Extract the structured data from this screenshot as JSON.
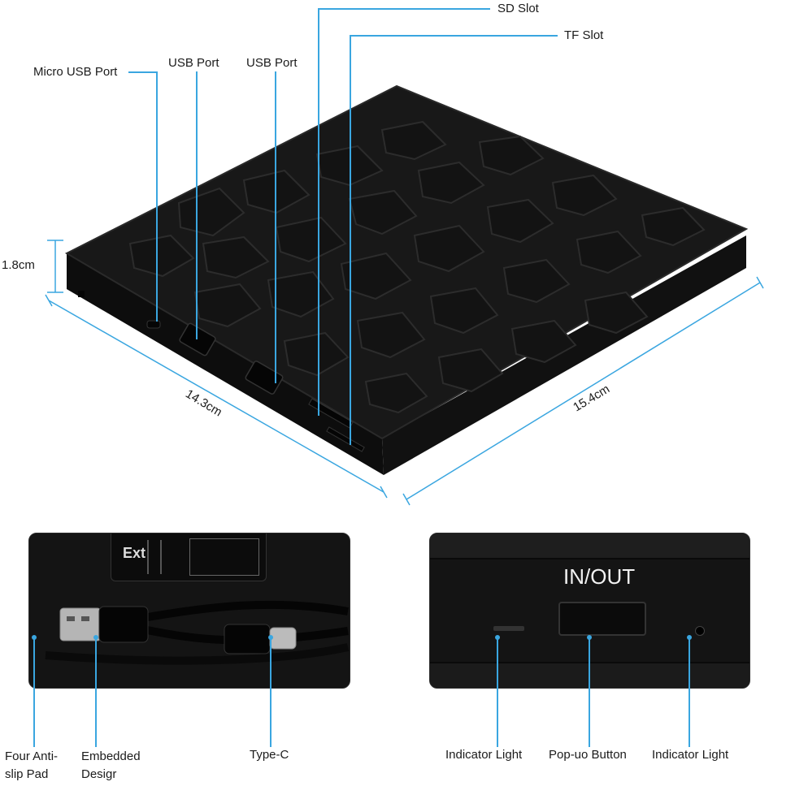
{
  "labels": {
    "sd_slot": "SD Slot",
    "tf_slot": "TF Slot",
    "micro_usb": "Micro USB Port",
    "usb_port_1": "USB Port",
    "usb_port_2": "USB Port",
    "four_anti_slip": "Four Anti-slip Pad",
    "embedded": "Embedded Desigr",
    "type_c": "Type-C",
    "indicator_left": "Indicator Light",
    "popup_button": "Pop-uo Button",
    "indicator_right": "Indicator Light"
  },
  "dimensions": {
    "height": "1.8cm",
    "width": "14.3cm",
    "depth": "15.4cm"
  },
  "device_text": {
    "in_out": "IN/OUT",
    "brand_fragment": "Ext"
  },
  "colors": {
    "callout": "#3aa6e0",
    "device": "#151515"
  }
}
